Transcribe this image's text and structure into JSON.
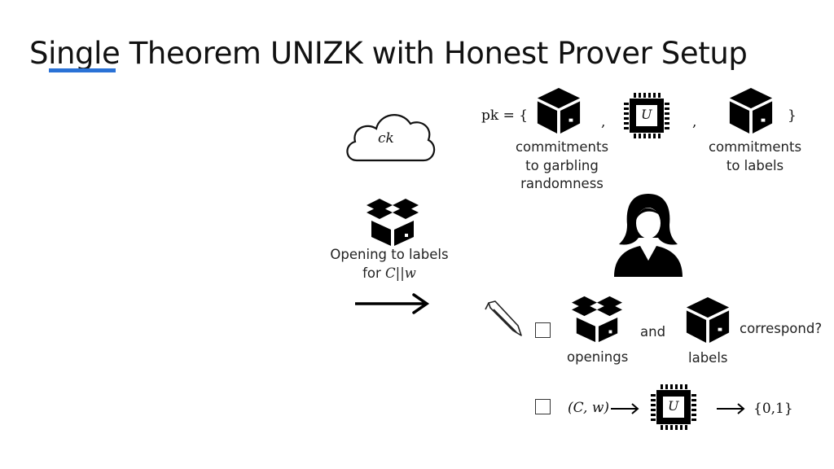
{
  "title": {
    "underlined": "Single",
    "rest": " Theorem UNIZK with Honest Prover Setup"
  },
  "cloud": {
    "label": "ck"
  },
  "opening": {
    "line1": "Opening to labels",
    "line2_prefix": "for ",
    "line2_math": "C||w"
  },
  "pk": {
    "prefix": "pk = {",
    "comma": ",",
    "close": "}"
  },
  "pk_labels": {
    "garbling": [
      "commitments",
      "to garbling",
      "randomness"
    ],
    "labels": [
      "commitments",
      "to labels"
    ]
  },
  "chip_letter": "U",
  "check1": {
    "word_and": "and",
    "word_correspond": "correspond?",
    "caption_openings": "openings",
    "caption_labels": "labels"
  },
  "check2": {
    "input": "(C, w)",
    "output": "{0,1}"
  },
  "colors": {
    "accent": "#2a72d6",
    "ink": "#111111"
  },
  "icons": [
    "cloud-icon",
    "open-box-icon",
    "box-icon",
    "chip-icon",
    "prover-icon",
    "pen-icon",
    "arrow-icon",
    "checkbox-icon"
  ]
}
